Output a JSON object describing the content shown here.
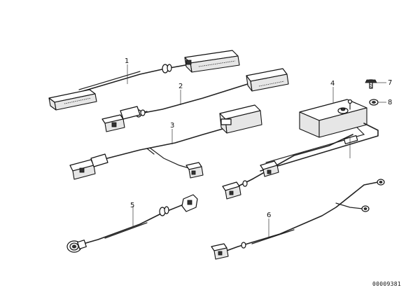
{
  "callouts": {
    "c1": "1",
    "c2": "2",
    "c3": "3",
    "c4": "4",
    "c5": "5",
    "c6": "6",
    "c7": "7",
    "c8": "8"
  },
  "reference": "00009381"
}
